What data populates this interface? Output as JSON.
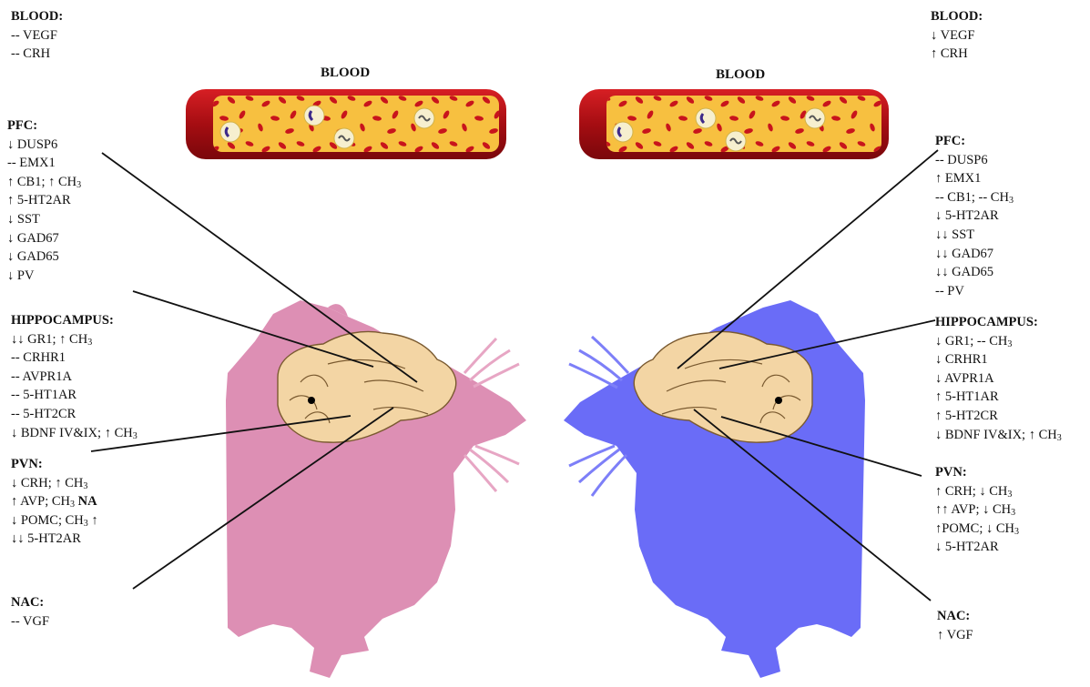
{
  "colors": {
    "left_mouse": "#dd8fb4",
    "right_mouse": "#6a6cf7",
    "brain": "#f3d5a4",
    "vessel_wall": "#b40f16",
    "plasma": "#f7c040",
    "red_cell": "#c8141c"
  },
  "vessels": [
    {
      "label": "BLOOD"
    },
    {
      "label": "BLOOD"
    }
  ],
  "left": {
    "blood": {
      "title": "BLOOD",
      "lines": [
        "-- VEGF",
        "-- CRH"
      ]
    },
    "pfc": {
      "title": "PFC",
      "lines": [
        "↓ DUSP6",
        "-- EMX1",
        "↑ CB1; ↑ CH|3",
        "↑ 5-HT2AR",
        "↓ SST",
        "↓ GAD67",
        "↓ GAD65",
        "↓ PV"
      ]
    },
    "hippocampus": {
      "title": "HIPPOCAMPUS",
      "lines": [
        "↓↓ GR1; ↑ CH|3",
        "-- CRHR1",
        "-- AVPR1A",
        "-- 5-HT1AR",
        "-- 5-HT2CR",
        "↓ BDNF IV&IX; ↑ CH|3"
      ]
    },
    "pvn": {
      "title": "PVN",
      "lines": [
        "↓ CRH; ↑ CH|3",
        "↑ AVP; CH|3 NA",
        "↓ POMC; CH|3 ↑",
        "↓↓ 5-HT2AR"
      ]
    },
    "nac": {
      "title": "NAC",
      "lines": [
        "-- VGF"
      ]
    }
  },
  "right": {
    "blood": {
      "title": "BLOOD",
      "lines": [
        "↓ VEGF",
        "↑ CRH"
      ]
    },
    "pfc": {
      "title": "PFC",
      "lines": [
        "-- DUSP6",
        "↑ EMX1",
        "-- CB1; -- CH|3",
        "↓ 5-HT2AR",
        "↓↓ SST",
        "↓↓ GAD67",
        "↓↓ GAD65",
        "-- PV"
      ]
    },
    "hippocampus": {
      "title": "HIPPOCAMPUS",
      "lines": [
        "↓ GR1; -- CH|3",
        "↓ CRHR1",
        "↓ AVPR1A",
        "↑ 5-HT1AR",
        "↑ 5-HT2CR",
        "↓ BDNF IV&IX; ↑ CH|3"
      ]
    },
    "pvn": {
      "title": "PVN",
      "lines": [
        "↑ CRH; ↓ CH|3",
        "↑↑ AVP; ↓ CH|3",
        "↑POMC; ↓ CH|3",
        "↓ 5-HT2AR"
      ]
    },
    "nac": {
      "title": "NAC",
      "lines": [
        "↑ VGF"
      ]
    }
  }
}
